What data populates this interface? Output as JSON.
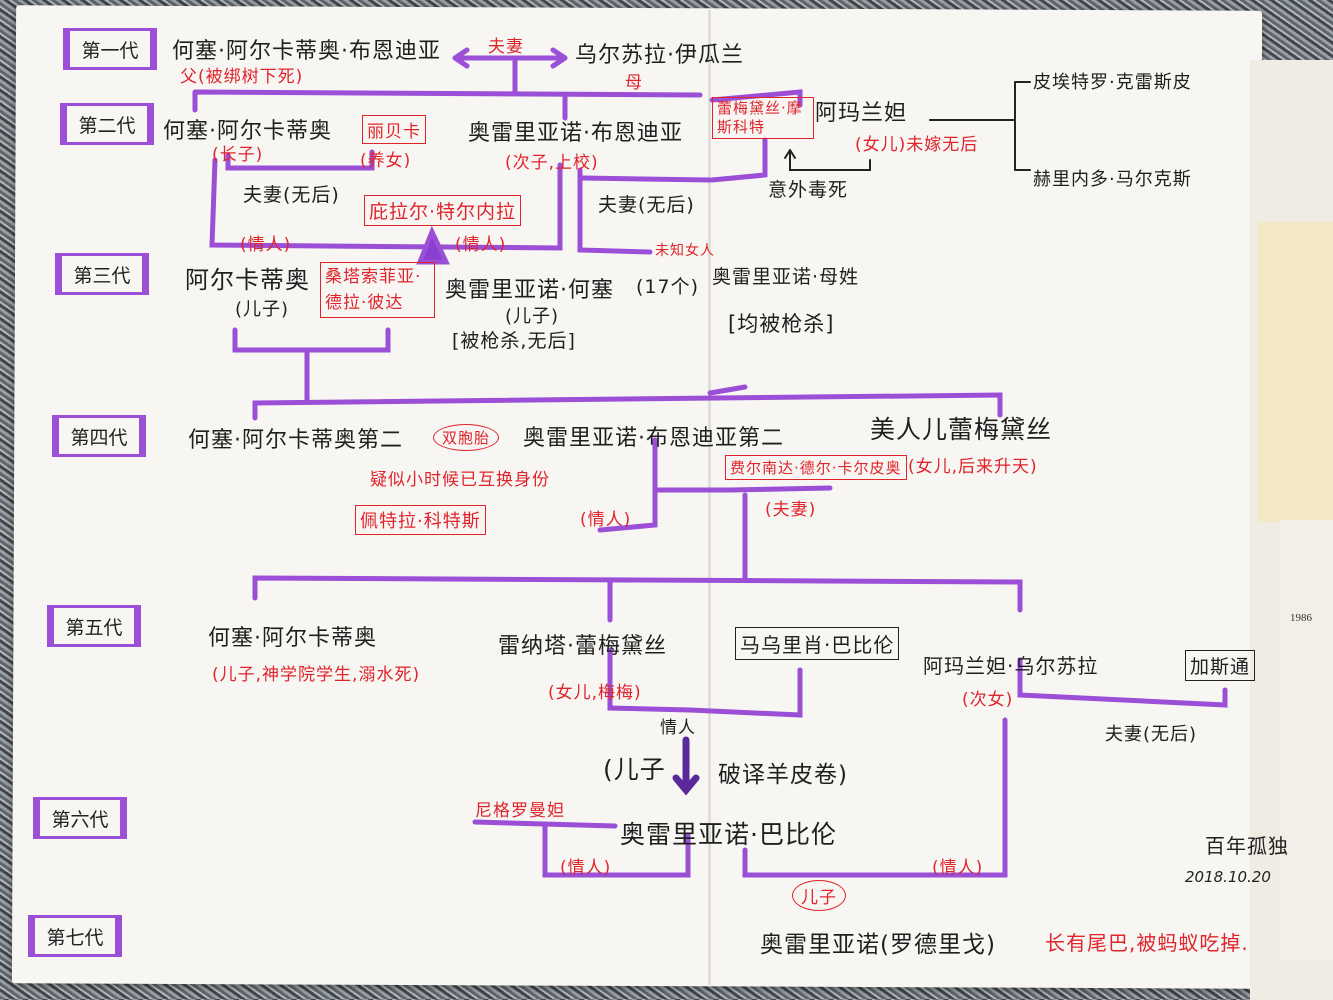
{
  "generations": [
    "第一代",
    "第二代",
    "第三代",
    "第四代",
    "第五代",
    "第六代",
    "第七代"
  ],
  "gen1": {
    "father": "何塞·阿尔卡蒂奥·布恩迪亚",
    "father_note": "父(被绑树下死)",
    "relation": "夫妻",
    "mother": "乌尔苏拉·伊瓜兰",
    "mother_note": "母"
  },
  "gen2": {
    "elder_son": "何塞·阿尔卡蒂奥",
    "elder_son_note": "(长子)",
    "rebeca": "丽贝卡",
    "rebeca_note": "(养女)",
    "couple1": "夫妻(无后)",
    "pilar": "庇拉尔·特尔内拉",
    "lover1": "(情人)",
    "lover2": "(情人)",
    "colonel": "奥雷里亚诺·布恩迪亚",
    "colonel_note": "(次子,上校)",
    "couple2": "夫妻(无后)",
    "unknown_women": "未知女人",
    "remedios_moscote": "蕾梅黛丝·摩斯科特",
    "amaranta": "阿玛兰妲",
    "amaranta_note": "(女儿)未嫁无后",
    "poisoned": "意外毒死",
    "pietro": "皮埃特罗·克雷斯皮",
    "gerineldo": "赫里内多·马尔克斯"
  },
  "gen3": {
    "arcadio": "阿尔卡蒂奥",
    "arcadio_note": "(儿子)",
    "santa_sofia": "桑塔索菲亚·德拉·彼达",
    "aureliano_jose": "奥雷里亚诺·何塞",
    "aureliano_jose_note": "(儿子)",
    "aureliano_jose_fate": "[被枪杀,无后]",
    "seventeen": "(17个)",
    "seventeen_name": "奥雷里亚诺·母姓",
    "seventeen_fate": "[均被枪杀]"
  },
  "gen4": {
    "jose_arcadio_ii": "何塞·阿尔卡蒂奥第二",
    "twins": "双胞胎",
    "aureliano_ii": "奥雷里亚诺·布恩迪亚第二",
    "swap_note": "疑似小时候已互换身份",
    "petra": "佩特拉·科特斯",
    "petra_rel": "(情人)",
    "fernanda": "费尔南达·德尔·卡尔皮奥",
    "fernanda_rel": "(夫妻)",
    "remedios_beauty": "美人儿蕾梅黛丝",
    "remedios_beauty_note": "(女儿,后来升天)"
  },
  "gen5": {
    "jose_arcadio": "何塞·阿尔卡蒂奥",
    "jose_arcadio_note": "(儿子,神学院学生,溺水死)",
    "meme": "雷纳塔·蕾梅黛丝",
    "meme_note": "(女儿,梅梅)",
    "mauricio": "马乌里肖·巴比伦",
    "amaranta_ursula": "阿玛兰妲·乌尔苏拉",
    "amaranta_ursula_note": "(次女)",
    "gaston": "加斯通",
    "couple": "夫妻(无后)"
  },
  "gen6": {
    "lover": "情人",
    "son_open": "(儿子",
    "decipher": "破译羊皮卷)",
    "nigromanta": "尼格罗曼妲",
    "aureliano_babilonia": "奥雷里亚诺·巴比伦",
    "lover_left": "(情人)",
    "lover_right": "(情人)",
    "son": "儿子"
  },
  "gen7": {
    "name": "奥雷里亚诺(罗德里戈)",
    "fate": "长有尾巴,被蚂蚁吃掉."
  },
  "signature": {
    "title": "百年孤独",
    "date": "2018.10.20"
  },
  "book_page_number": "1986",
  "colors": {
    "ink_purple": "#9b4ed6",
    "ink_red": "#e0242c",
    "ink_black": "#1f1f1f"
  }
}
